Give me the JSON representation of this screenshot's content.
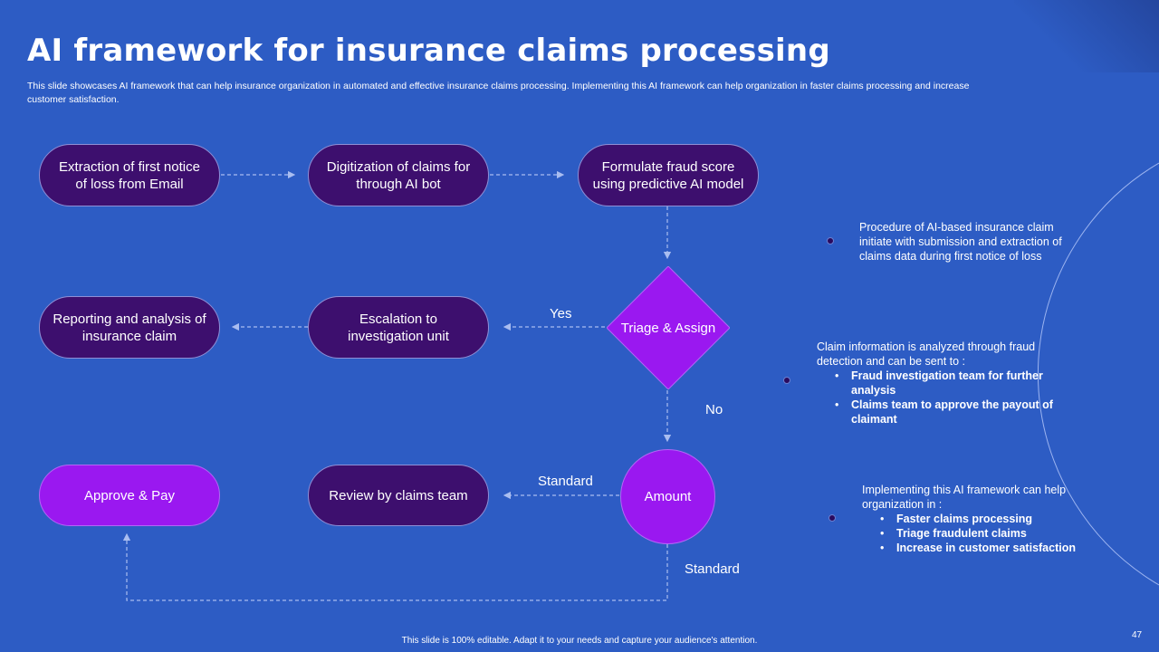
{
  "title": "AI framework for insurance claims processing",
  "subtitle": "This slide showcases AI framework that can help insurance organization in automated and effective insurance claims processing. Implementing this AI framework can help organization in faster claims processing and increase customer satisfaction.",
  "nodes": {
    "extraction": "Extraction of first notice of loss from Email",
    "digitization": "Digitization of claims for through AI bot",
    "fraud_score": "Formulate fraud score using predictive AI model",
    "triage": "Triage & Assign",
    "escalation": "Escalation to investigation unit",
    "reporting": "Reporting and analysis of insurance claim",
    "amount": "Amount",
    "review": "Review by claims team",
    "approve": "Approve & Pay"
  },
  "edge_labels": {
    "yes": "Yes",
    "no": "No",
    "standard_left": "Standard",
    "standard_bottom": "Standard"
  },
  "notes": {
    "procedure": "Procedure of AI-based insurance claim initiate with submission and extraction of claims data during first notice of loss",
    "analysis_intro": "Claim information is analyzed through fraud detection and can be sent to :",
    "analysis_items": [
      "Fraud investigation team for further analysis",
      "Claims team to approve the payout of claimant"
    ],
    "benefits_intro": "Implementing this AI framework can help organization in :",
    "benefits_items": [
      "Faster claims processing",
      "Triage fraudulent claims",
      "Increase in customer satisfaction"
    ]
  },
  "footer": "This slide is 100% editable. Adapt it to your needs and capture your audience's attention.",
  "page_number": "47",
  "colors": {
    "background": "#2d5cc4",
    "node_dark": "#3d0f6e",
    "node_bright": "#9a18f0",
    "connector": "#a9bdf0",
    "arc_dot": "#2a0a5e"
  }
}
